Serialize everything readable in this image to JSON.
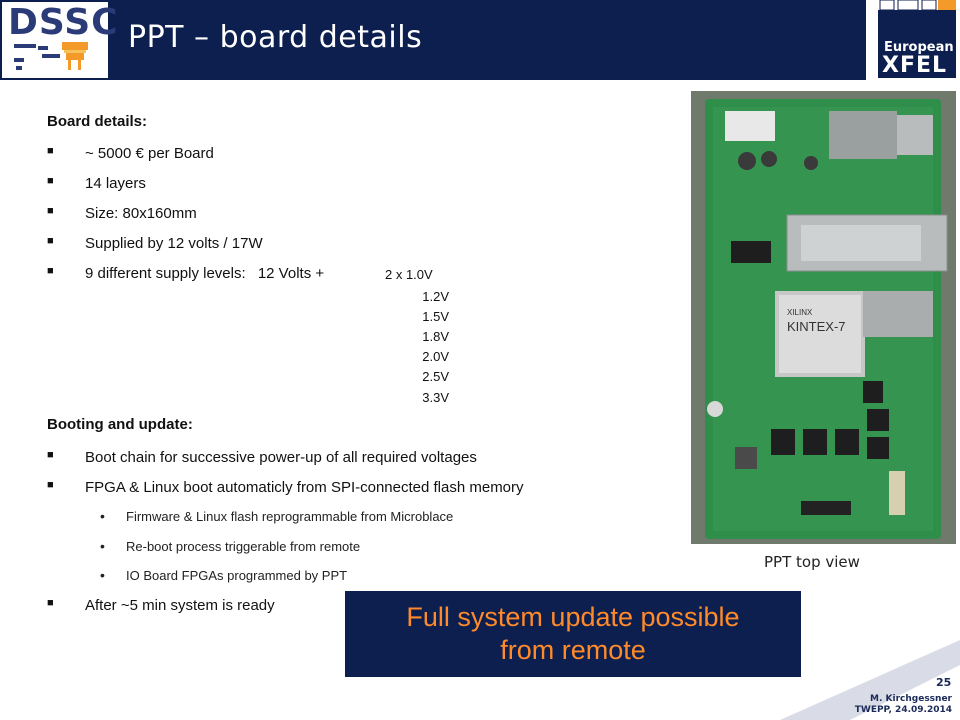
{
  "header": {
    "logo_text": "DSSC",
    "title": "PPT – board details",
    "partner_logo_line1": "European",
    "partner_logo_line2": "XFEL"
  },
  "section1": {
    "heading": "Board details:",
    "bullets": [
      "~ 5000 € per Board",
      "14 layers",
      "Size: 80x160mm",
      "Supplied by 12 volts / 17W",
      "9 different supply levels:"
    ],
    "supply_prefix": "12 Volts +",
    "levels": [
      "2 x 1.0V",
      "1.2V",
      "1.5V",
      "1.8V",
      "2.0V",
      "2.5V",
      "3.3V"
    ]
  },
  "section2": {
    "heading": "Booting and update:",
    "bullets": [
      "Boot chain for successive power-up of all required voltages",
      "FPGA & Linux boot automaticly from SPI-connected flash memory"
    ],
    "subbullets": [
      "Firmware & Linux flash reprogrammable  from Microblace",
      "Re-boot  process triggerable from remote",
      "IO Board FPGAs programmed by PPT"
    ],
    "final_bullet": "After  ~5 min system is ready"
  },
  "photo": {
    "caption": "PPT top view",
    "chip_brand": "XILINX",
    "chip_name": "KINTEX-7"
  },
  "callout": {
    "line1": "Full system update possible",
    "line2": "from remote"
  },
  "footer": {
    "page_number": "25",
    "author": "M. Kirchgessner",
    "event": "TWEPP, 24.09.2014"
  },
  "colors": {
    "navy": "#0c1f4f",
    "callout_text": "#ff8a2a",
    "board_green": "#2f8f4a"
  }
}
